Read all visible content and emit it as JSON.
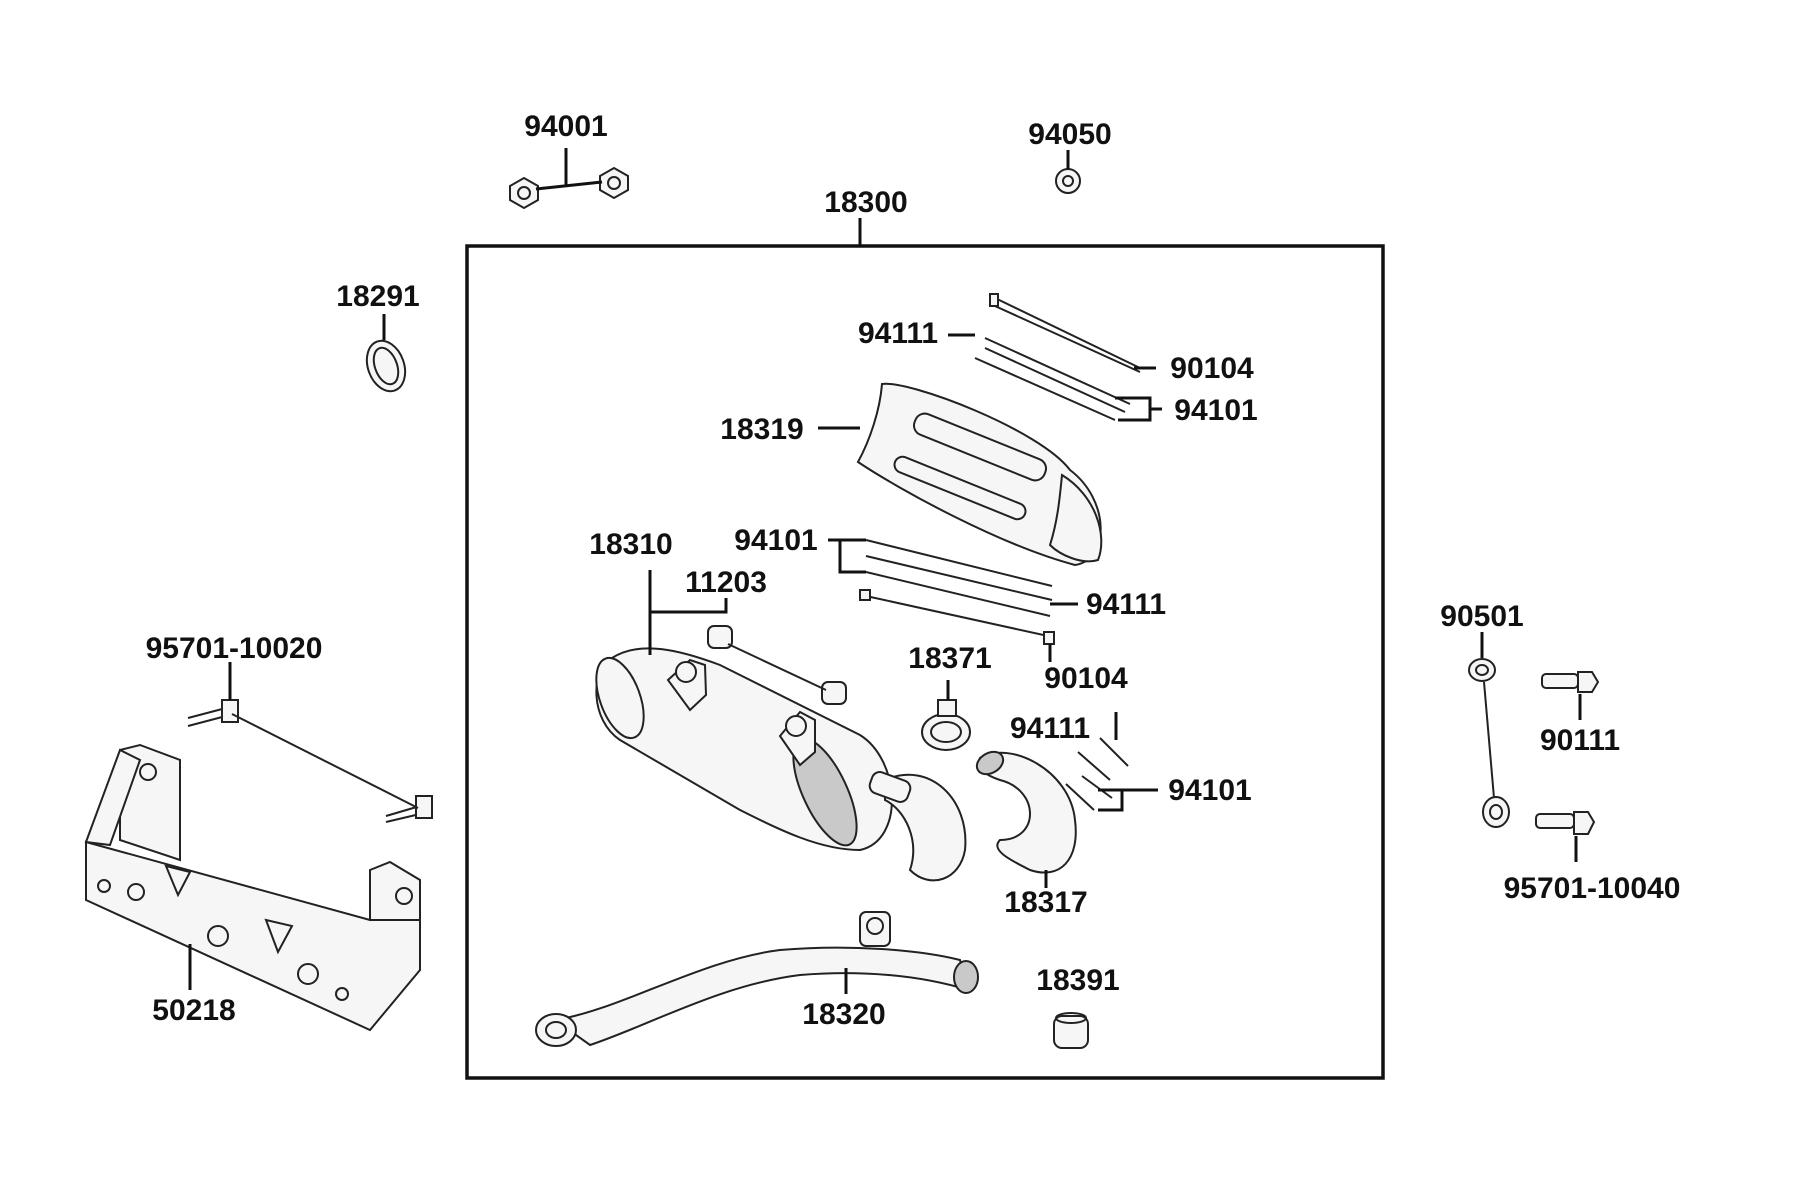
{
  "diagram": {
    "labels": {
      "p94001": "94001",
      "p94050": "94050",
      "p18300": "18300",
      "p18291": "18291",
      "p94111_a": "94111",
      "p90104_a": "90104",
      "p94101_a": "94101",
      "p18319": "18319",
      "p18310": "18310",
      "p94101_b": "94101",
      "p11203": "11203",
      "p94111_b": "94111",
      "p90104_b": "90104",
      "p18371": "18371",
      "p94111_c": "94111",
      "p94101_c": "94101",
      "p18317": "18317",
      "p95701_10020": "95701-10020",
      "p50218": "50218",
      "p18320": "18320",
      "p18391": "18391",
      "p90501": "90501",
      "p90111": "90111",
      "p95701_10040": "95701-10040"
    }
  }
}
